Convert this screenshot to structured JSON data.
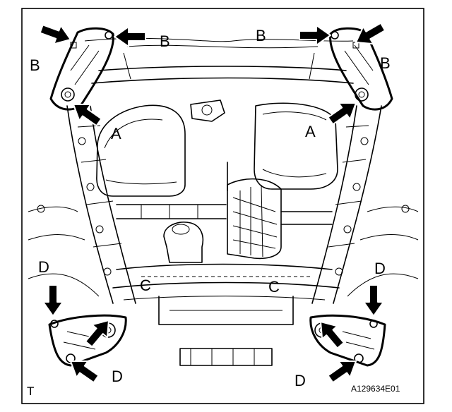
{
  "labels": {
    "a_left": "A",
    "a_right": "A",
    "b_left_outer": "B",
    "b_left_inner": "B",
    "b_right_inner": "B",
    "b_right_outer": "B",
    "c_left": "C",
    "c_right": "C",
    "d_left_upper": "D",
    "d_left_lower": "D",
    "d_right_upper": "D",
    "d_right_lower": "D"
  },
  "corner_mark": "T",
  "figure_ref": "A129634E01",
  "colors": {
    "ink": "#000000",
    "paper": "#ffffff"
  }
}
